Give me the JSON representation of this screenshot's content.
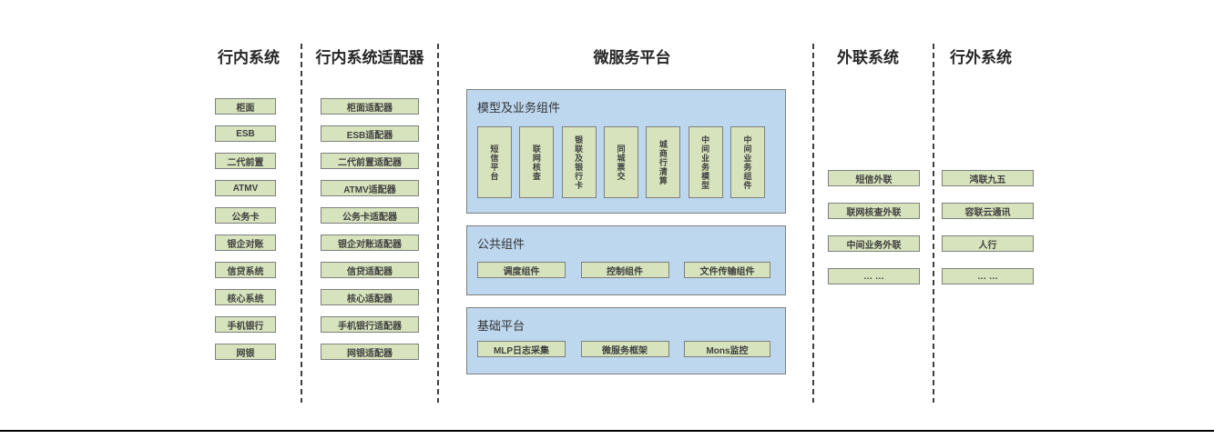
{
  "columns": {
    "inbank": {
      "title": "行内系统",
      "items": [
        "柜面",
        "ESB",
        "二代前置",
        "ATMV",
        "公务卡",
        "银企对账",
        "信贷系统",
        "核心系统",
        "手机银行",
        "网银"
      ]
    },
    "adapters": {
      "title": "行内系统适配器",
      "items": [
        "柜面适配器",
        "ESB适配器",
        "二代前置适配器",
        "ATMV适配器",
        "公务卡适配器",
        "银企对账适配器",
        "信贷适配器",
        "核心适配器",
        "手机银行适配器",
        "网银适配器"
      ]
    },
    "platform": {
      "title": "微服务平台",
      "model_panel": {
        "label": "模型及业务组件",
        "items": [
          "短信平台",
          "联网核查",
          "银联及银行卡",
          "同城票交",
          "城商行清算",
          "中间业务模型",
          "中间业务组件"
        ]
      },
      "common_panel": {
        "label": "公共组件",
        "items": [
          "调度组件",
          "控制组件",
          "文件传输组件"
        ]
      },
      "base_panel": {
        "label": "基础平台",
        "items": [
          "MLP日志采集",
          "微服务框架",
          "Mons监控"
        ]
      }
    },
    "external_link": {
      "title": "外联系统",
      "items": [
        "短信外联",
        "联网核查外联",
        "中间业务外联",
        "… …"
      ]
    },
    "outbank": {
      "title": "行外系统",
      "items": [
        "鸿联九五",
        "容联云通讯",
        "人行",
        "… …"
      ]
    }
  },
  "colors": {
    "box_fill": "#d6e3bc",
    "box_border": "#7f7f7f",
    "panel_fill": "#bdd7ee",
    "panel_border": "#7f7f7f",
    "divider": "#3f3f3f",
    "bottom_line": "#000000"
  }
}
